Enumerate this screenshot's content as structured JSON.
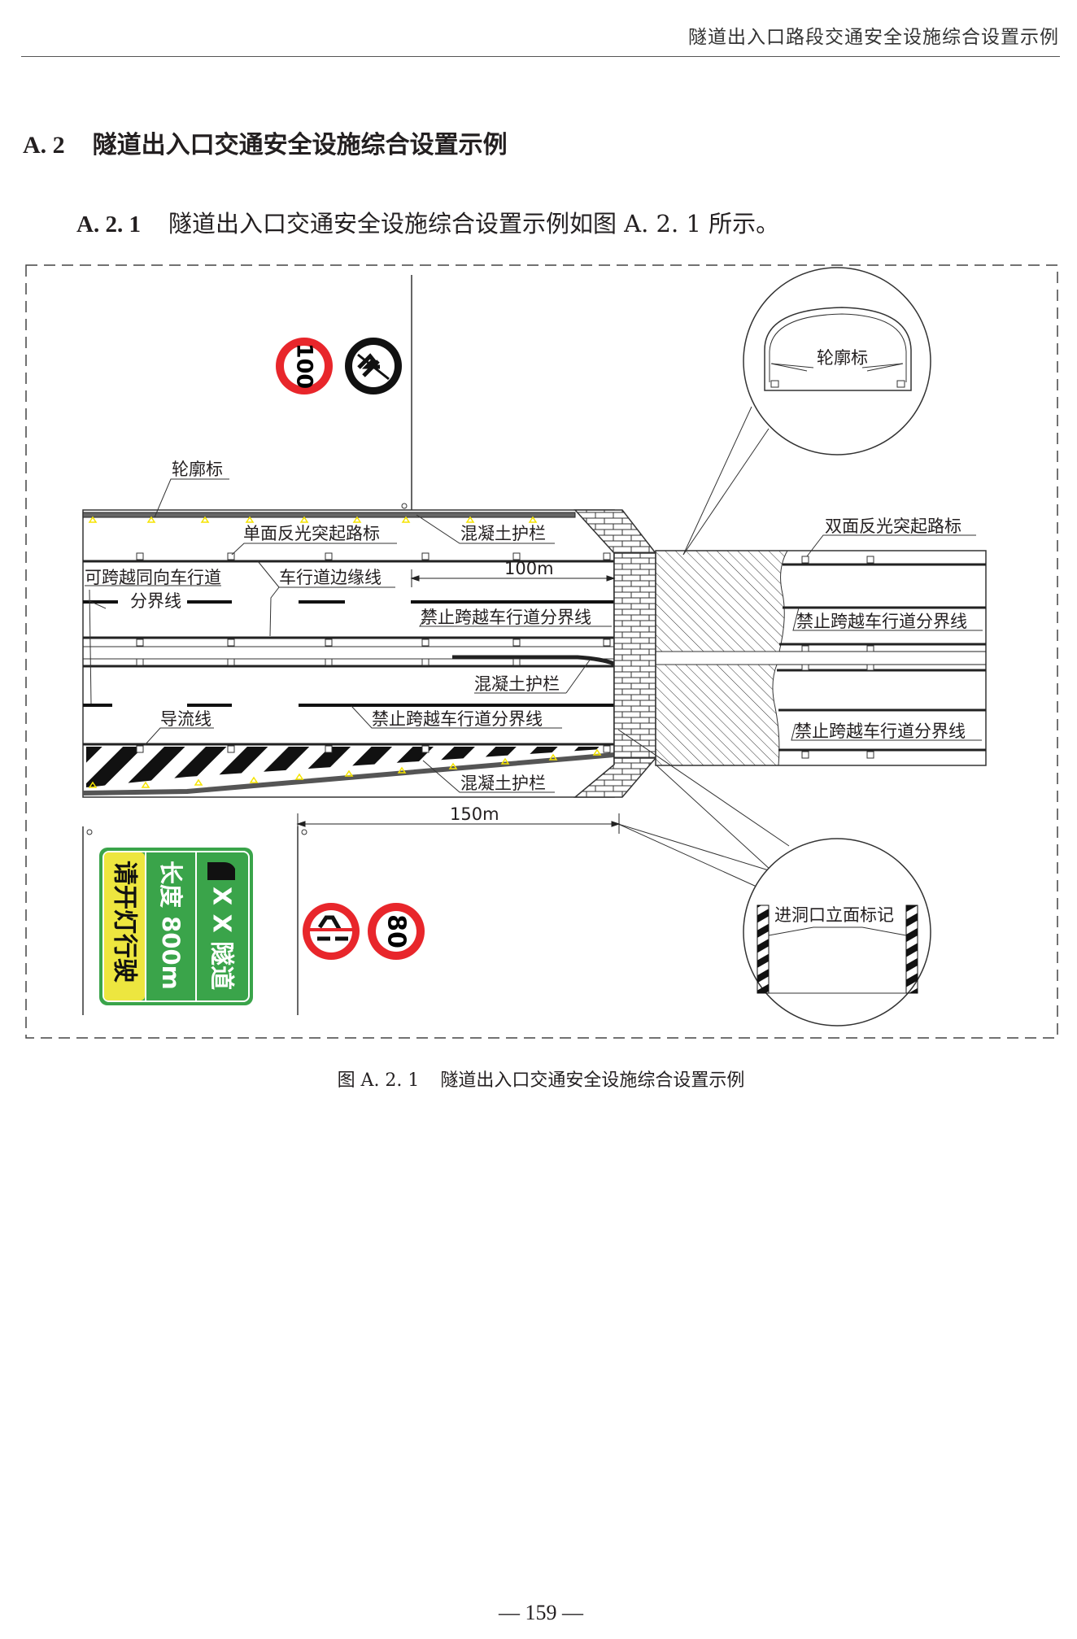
{
  "header": {
    "running_title": "隧道出入口路段交通安全设施综合设置示例"
  },
  "section": {
    "number": "A. 2",
    "title": "隧道出入口交通安全设施综合设置示例"
  },
  "clause": {
    "number": "A. 2. 1",
    "text": "隧道出入口交通安全设施综合设置示例如图 A. 2. 1 所示。"
  },
  "figure": {
    "labels": {
      "delineator_top": "轮廓标",
      "single_raised_marker": "单面反光突起路标",
      "barrier_top": "混凝土护栏",
      "crossable_divider_1": "可跨越同向车行道",
      "crossable_divider_2": "分界线",
      "edge_line": "车行道边缘线",
      "dist_100": "100m",
      "no_cross_1": "禁止跨越车行道分界线",
      "barrier_mid": "混凝土护栏",
      "diversion_line": "导流线",
      "no_cross_2": "禁止跨越车行道分界线",
      "barrier_bottom": "混凝土护栏",
      "dist_150": "150m",
      "double_raised_marker": "双面反光突起路标",
      "no_cross_right_1": "禁止跨越车行道分界线",
      "no_cross_right_2": "禁止跨越车行道分界线",
      "detail_delineator": "轮廓标",
      "detail_portal_marking": "进洞口立面标记"
    },
    "signs": {
      "speed_limit_top": "100",
      "speed_limit_bottom": "80",
      "tunnel_name": "X X 隧道",
      "tunnel_length": "长度  800m",
      "lights_on": "请开灯行驶"
    },
    "colors": {
      "sign_red": "#e8262b",
      "sign_green": "#3aa44a",
      "sign_yellow": "#ede63f",
      "delineator_yellow": "#f5e400"
    },
    "caption_number": "图 A. 2. 1",
    "caption_text": "隧道出入口交通安全设施综合设置示例"
  },
  "page_number": "— 159 —"
}
